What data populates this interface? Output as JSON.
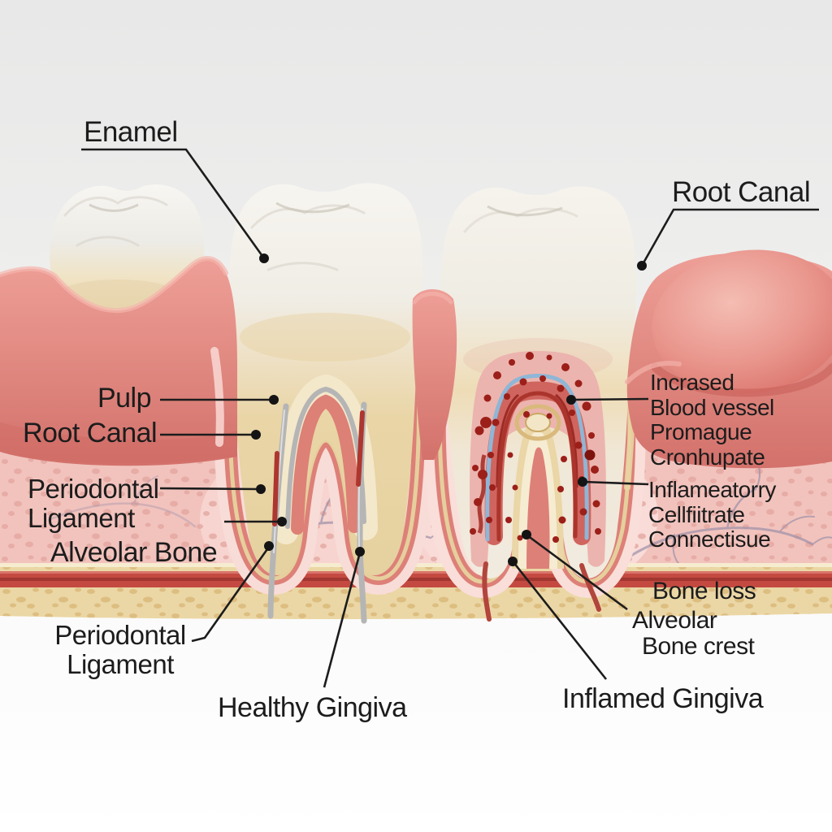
{
  "meta": {
    "illustration": "dental cross-section comparing a healthy periodontium and an inflamed periodontium (gingivitis / periodontitis)",
    "teeth_shown": 3
  },
  "labels": {
    "enamel": "Enamel",
    "root_canal_top": "Root Canal",
    "pulp": "Pulp",
    "root_canal_left": "Root Canal",
    "periodontal_ligament_left": {
      "lines": [
        "Periodontal",
        "Ligament"
      ]
    },
    "alveolar_bone": "Alveolar Bone",
    "periodontal_ligament_bottom": {
      "lines": [
        "Periodontal",
        "Ligament"
      ]
    },
    "healthy_gingiva": "Healthy Gingiva",
    "increased_blood_vessel": {
      "lines": [
        "Incrased",
        "Blood vessel",
        "Promague",
        "Cronhupate"
      ]
    },
    "inflammatory_infiltrate": {
      "lines": [
        "Inflameatorry",
        "Cellfiitrate",
        "Connectisue"
      ]
    },
    "bone_loss": "Bone loss",
    "alveolar_bone_crest": {
      "lines": [
        "Alveolar",
        "Bone crest"
      ]
    },
    "inflamed_gingiva": "Inflamed Gingiva"
  },
  "colors": {
    "background_top": "#e8e8e8",
    "background_bottom": "#ffffff",
    "gum_salmon": "#e08981",
    "inflamed_gum_red": "#d4665e",
    "alveolar_bone_pink": "#f2c3bd",
    "cortical_bone_cream": "#ebd7a5",
    "vessel_stripe_red": "#c44a41",
    "tooth_white": "#f7f5f0",
    "dentin_cream": "#e9d5a6",
    "pulp_salmon": "#dd8076",
    "inflammatory_dot_red": "#9c1f19",
    "blood_vessel_blue": "#8fb6d6",
    "instrument_gray": "#b5b5b5",
    "leader_line_black": "#1c1c1c"
  }
}
